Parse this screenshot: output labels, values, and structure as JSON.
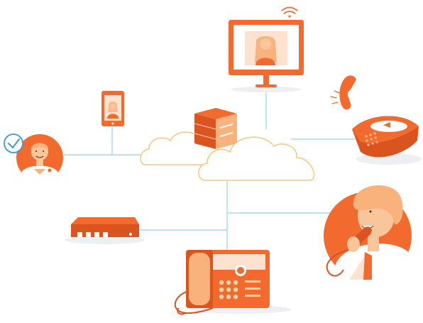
{
  "diagram": {
    "type": "cloud-communications-network",
    "colors": {
      "primary_orange": "#F26A2E",
      "dark_orange": "#D9541F",
      "light_orange": "#F9B27C",
      "pale_orange": "#FDE3CF",
      "skin": "#F9C69C",
      "cloud_outline": "#F5C77A",
      "connector_line": "#A8D8E8",
      "check_blue": "#3A9BD5",
      "shadow": "#EDEFF2"
    },
    "nodes": [
      {
        "id": "cloud",
        "icon": "cloud-server-icon"
      },
      {
        "id": "desktop",
        "icon": "desktop-video-call-icon"
      },
      {
        "id": "wifi",
        "icon": "wifi-icon"
      },
      {
        "id": "tablet",
        "icon": "tablet-video-call-icon"
      },
      {
        "id": "agent",
        "icon": "verified-user-avatar-icon"
      },
      {
        "id": "conference-phone",
        "icon": "conference-phone-icon"
      },
      {
        "id": "handset",
        "icon": "ringing-handset-icon"
      },
      {
        "id": "router",
        "icon": "network-router-icon"
      },
      {
        "id": "desk-phone",
        "icon": "desk-phone-icon"
      },
      {
        "id": "caller",
        "icon": "person-on-phone-icon"
      }
    ]
  }
}
